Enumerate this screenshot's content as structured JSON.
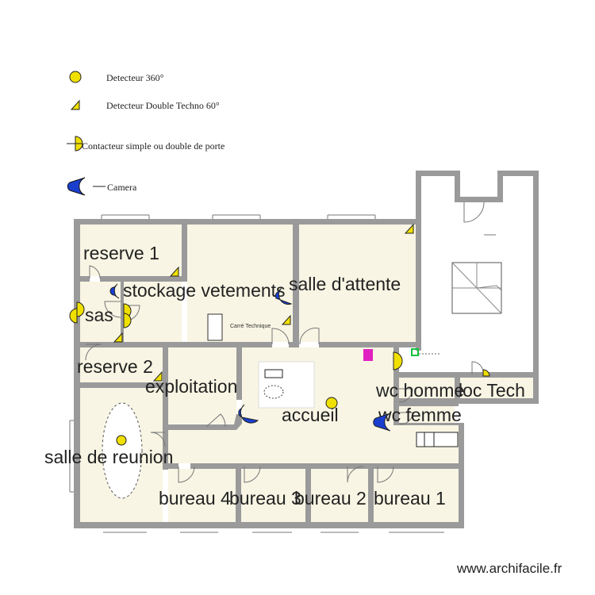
{
  "legend": {
    "detector_360": "Detecteur 360°",
    "detector_double": "Detecteur Double Techno 60°",
    "door_contact": "Contacteur simple ou double de porte",
    "camera": "Camera"
  },
  "rooms": {
    "reserve1": "reserve 1",
    "stockage": "stockage vetements",
    "salle_attente": "salle d'attente",
    "sas": "sas",
    "reserve2": "reserve 2",
    "exploitation": "exploitation",
    "accueil": "accueil",
    "wc_homme": "wc homme",
    "local_tech": "loc Tech",
    "wc_femme": "wc femme",
    "salle_reunion": "salle de reunion",
    "bureau4": "bureau 4",
    "bureau3": "bureau 3",
    "bureau2": "bureau 2",
    "bureau1": "bureau 1"
  },
  "small_label": "Carré Technique",
  "watermark": "www.archifacile.fr",
  "colors": {
    "wall": "#9a9a9a",
    "floor": "#f8f5e4",
    "detector": "#f0e000",
    "camera": "#1a3fcf",
    "magenta": "#e020c0",
    "green": "#10c040"
  }
}
